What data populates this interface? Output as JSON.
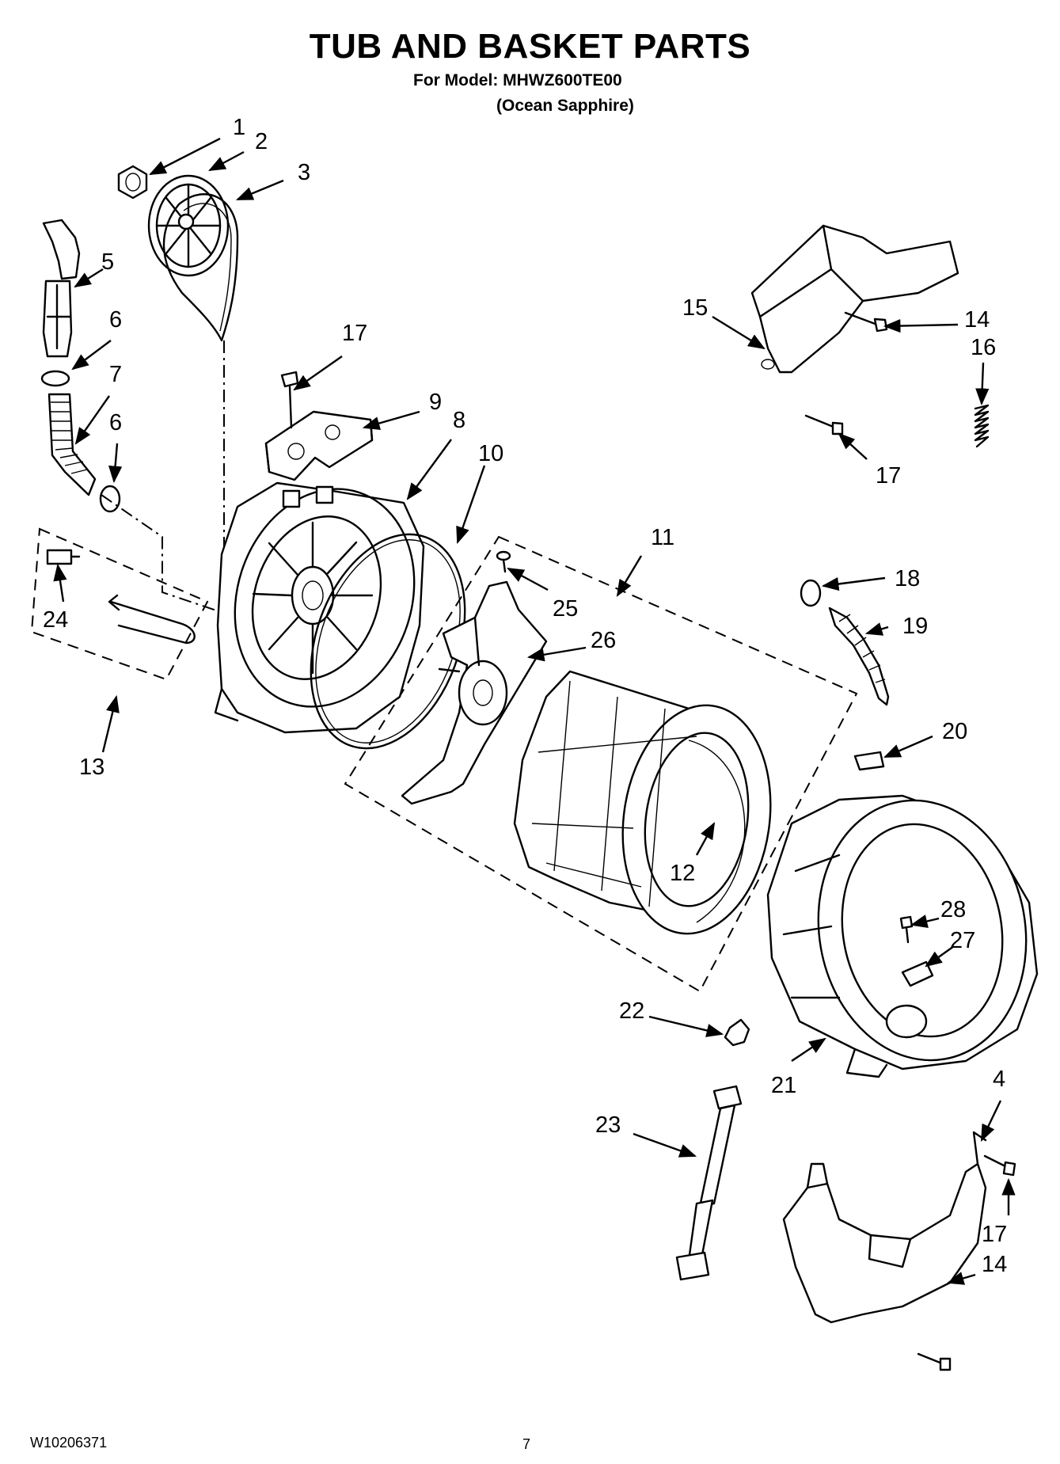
{
  "header": {
    "title": "TUB AND BASKET PARTS",
    "model_line": "For Model: MHWZ600TE00",
    "color_line": "(Ocean Sapphire)"
  },
  "footer": {
    "document_number": "W10206371",
    "page_number": "7"
  },
  "callouts": [
    "1",
    "2",
    "3",
    "4",
    "5",
    "6",
    "6",
    "7",
    "8",
    "9",
    "10",
    "11",
    "12",
    "13",
    "14",
    "14",
    "15",
    "16",
    "17",
    "17",
    "17",
    "18",
    "19",
    "20",
    "21",
    "22",
    "23",
    "24",
    "25",
    "26",
    "27",
    "28"
  ]
}
